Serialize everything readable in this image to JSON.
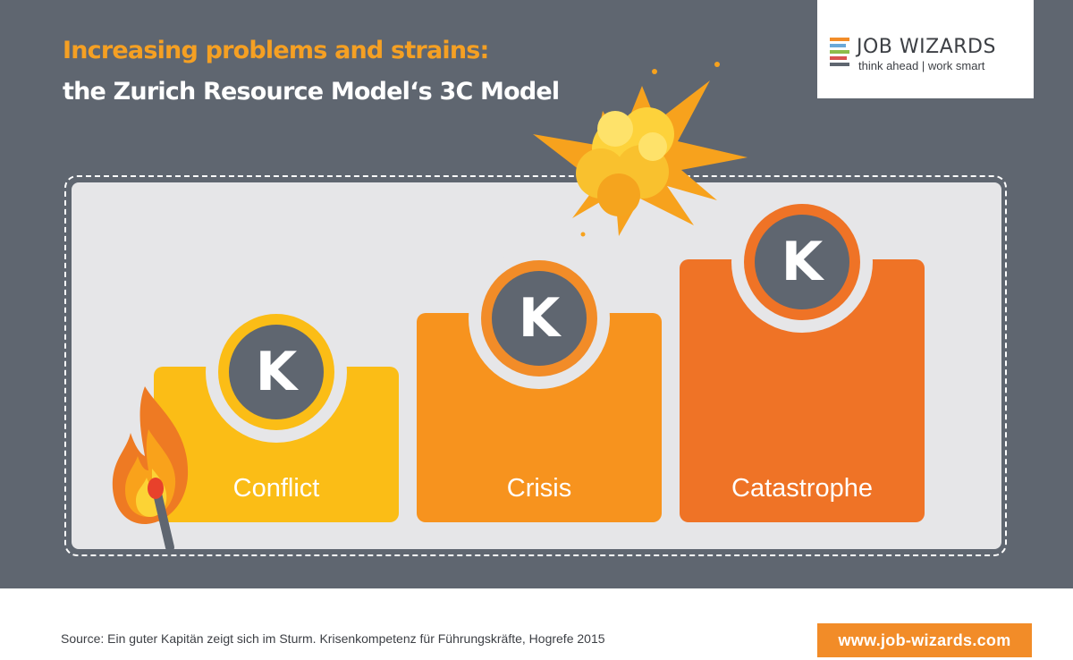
{
  "title": {
    "line1": "Increasing problems and strains:",
    "line2": "the Zurich Resource Model‘s 3C Model"
  },
  "logo": {
    "name": "JOB WIZARDS",
    "tagline": "think ahead | work smart",
    "stack_colors": [
      "#f28c28",
      "#6aa8d8",
      "#8dbd4a",
      "#d9534f",
      "#5f6670"
    ]
  },
  "stages": [
    {
      "label": "Conflict",
      "badge": "K",
      "color": "#fbbd16",
      "ring": "#fbbd16"
    },
    {
      "label": "Crisis",
      "badge": "K",
      "color": "#f7931e",
      "ring": "#f28c28"
    },
    {
      "label": "Catastrophe",
      "badge": "K",
      "color": "#ef7326",
      "ring": "#ef7326"
    }
  ],
  "icons": {
    "match": "burning-match-icon",
    "explosion": "explosion-icon"
  },
  "footer": {
    "source": "Source: Ein guter Kapitän zeigt sich im Sturm. Krisenkompetenz für Führungskräfte, Hogrefe 2015",
    "url": "www.job-wizards.com"
  },
  "colors": {
    "background": "#5f6670",
    "panel": "#e6e6e8",
    "accent": "#f28c28",
    "title_accent": "#f5a023"
  }
}
